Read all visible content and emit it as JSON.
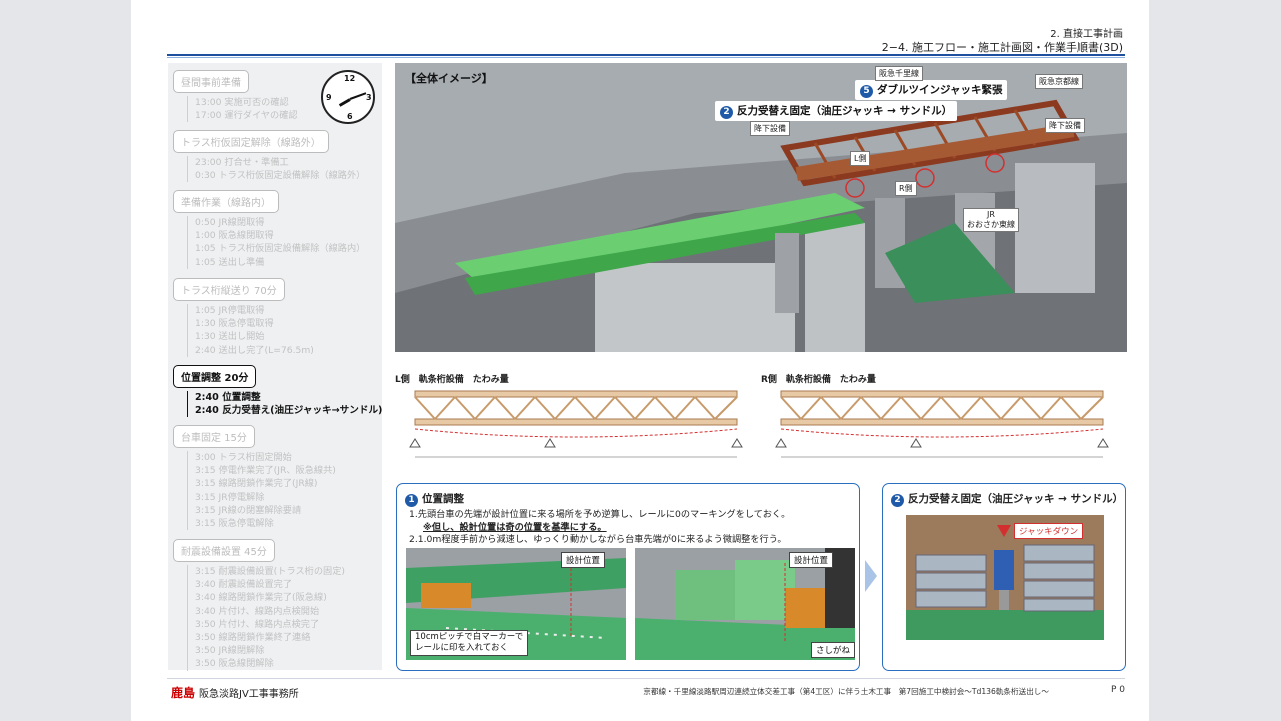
{
  "header": {
    "chapter": "2. 直接工事計画",
    "section": "2−4. 施工フロー・施工計画図・作業手順書(3D)"
  },
  "timeline": [
    {
      "title": "昼間事前準備",
      "active": false,
      "items": [
        "13:00 実施可否の確認",
        "17:00 運行ダイヤの確認"
      ]
    },
    {
      "title": "トラス桁仮固定解除（線路外）",
      "active": false,
      "items": [
        "23:00 打合せ・準備工",
        "0:30 トラス桁仮固定設備解除（線路外）"
      ]
    },
    {
      "title": "準備作業（線路内）",
      "active": false,
      "items": [
        "0:50 JR線閉取得",
        "1:00 阪急線閉取得",
        "1:05 トラス桁仮固定設備解除（線路内）",
        "1:05 送出し準備"
      ]
    },
    {
      "title": "トラス桁縦送り 70分",
      "active": false,
      "items": [
        "1:05 JR停電取得",
        "1:30 阪急停電取得",
        "1:30 送出し開始",
        "2:40 送出し完了(L=76.5m)"
      ]
    },
    {
      "title": "位置調整 20分",
      "active": true,
      "items": [
        "2:40 位置調整",
        "2:40 反力受替え(油圧ジャッキ→サンドル)"
      ]
    },
    {
      "title": "台車固定 15分",
      "active": false,
      "items": [
        "3:00 トラス桁固定開始",
        "3:15 停電作業完了(JR、阪急線共)",
        "3:15 線路閉鎖作業完了(JR線)",
        "3:15 JR停電解除",
        "3:15 JR線の閉塞解除要請",
        "3:15 阪急停電解除"
      ]
    },
    {
      "title": "耐震設備設置 45分",
      "active": false,
      "items": [
        "3:15 耐震設備設置(トラス桁の固定)",
        "3:40 耐震設備設置完了",
        "3:40 線路閉鎖作業完了(阪急線)",
        "3:40 片付け、線路内点検開始",
        "3:50 片付け、線路内点検完了",
        "3:50 線路閉鎖作業終了連絡",
        "3:50 JR線閉解除",
        "3:50 阪急線閉解除"
      ]
    }
  ],
  "clock": {
    "numbers": [
      "12",
      "3",
      "6",
      "9"
    ]
  },
  "overview": {
    "title": "【全体イメージ】",
    "callout5": "ダブルツインジャッキ緊張",
    "callout2": "反力受替え固定（油圧ジャッキ → サンドル）",
    "num5": "5",
    "num2": "2",
    "labels": {
      "hankyu_senri": "阪急千里線",
      "hankyu_kyoto": "阪急京都線",
      "koka_left": "降下設備",
      "koka_right": "降下設備",
      "l_side": "L側",
      "r_side": "R側",
      "jr_line1": "JR",
      "jr_line2": "おおさか東線"
    }
  },
  "truss": {
    "left_title": "L側　軌条桁設備　たわみ量",
    "right_title": "R側　軌条桁設備　たわみ量"
  },
  "box1": {
    "num": "1",
    "title": "位置調整",
    "line1": "1.先頭台車の先端が設計位置に来る場所を予め逆算し、レールに0のマーキングをしておく。",
    "line2": "※但し、設計位置は奇の位置を基準にする。",
    "line3": "2.1.0m程度手前から減速し、ゆっくり動かしながら台車先端が0に来るよう微調整を行う。",
    "tag_design1": "設計位置",
    "tag_design2": "設計位置",
    "tag_marker1": "10cmピッチで白マーカーで",
    "tag_marker2": "レールに印を入れておく",
    "tag_sashi": "さしがね"
  },
  "box2": {
    "num": "2",
    "title": "反力受替え固定（油圧ジャッキ → サンドル）",
    "tag_jack": "ジャッキダウン"
  },
  "footer": {
    "company": "阪急淡路JV工事事務所",
    "logo": "鹿島",
    "project": "京都線・千里線淡路駅周辺連続立体交差工事（第4工区）に伴う土木工事　第7回施工中検討会〜Td136軌条桁送出し〜",
    "page": "P 0"
  },
  "colors": {
    "accent_blue": "#1f5aa8",
    "truss_brown": "#a0522d",
    "green_deck": "#4caf50",
    "jack_red": "#d32f2f"
  }
}
